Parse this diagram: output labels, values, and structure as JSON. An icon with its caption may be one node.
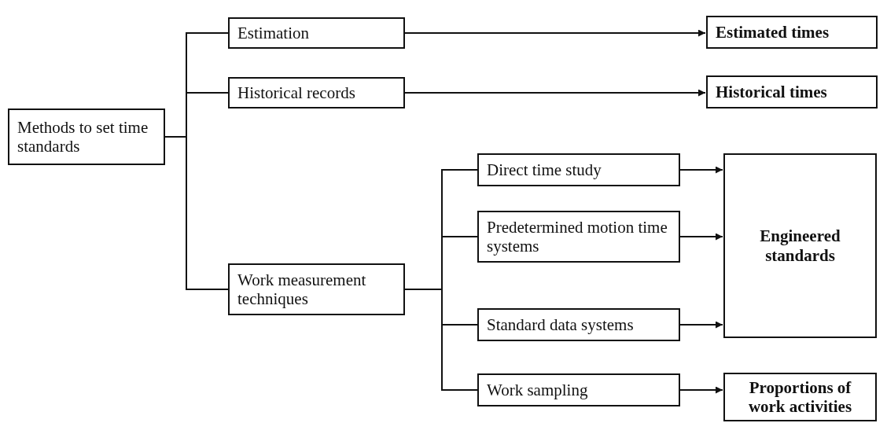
{
  "diagram": {
    "nodes": [
      {
        "text": [
          "Methods to set time standards"
        ]
      },
      {
        "text": [
          "Estimation"
        ]
      },
      {
        "text": [
          "Historical records"
        ]
      },
      {
        "text": [
          "Work measurement techniques"
        ]
      },
      {
        "text": [
          "Estimated times"
        ]
      },
      {
        "text": [
          "Historical times"
        ]
      },
      {
        "text": [
          "Direct time study"
        ]
      },
      {
        "text": [
          "Predetermined motion time systems"
        ]
      },
      {
        "text": [
          "Standard data systems"
        ]
      },
      {
        "text": [
          "Work sampling"
        ]
      },
      {
        "text": [
          "Engineered standards"
        ]
      },
      {
        "text": [
          "Proportions of work activities"
        ]
      }
    ],
    "edges": [
      {
        "from": 0,
        "to": 1,
        "arrow": "none"
      },
      {
        "from": 0,
        "to": 2,
        "arrow": "none"
      },
      {
        "from": 0,
        "to": 3,
        "arrow": "none"
      },
      {
        "from": 1,
        "to": 4,
        "arrow": "to"
      },
      {
        "from": 2,
        "to": 5,
        "arrow": "to"
      },
      {
        "from": 3,
        "to": 6,
        "arrow": "none"
      },
      {
        "from": 3,
        "to": 7,
        "arrow": "none"
      },
      {
        "from": 3,
        "to": 8,
        "arrow": "none"
      },
      {
        "from": 3,
        "to": 9,
        "arrow": "none"
      },
      {
        "from": 6,
        "to": 10,
        "arrow": "to"
      },
      {
        "from": 7,
        "to": 10,
        "arrow": "to"
      },
      {
        "from": 8,
        "to": 10,
        "arrow": "to"
      },
      {
        "from": 9,
        "to": 11,
        "arrow": "to"
      }
    ]
  }
}
